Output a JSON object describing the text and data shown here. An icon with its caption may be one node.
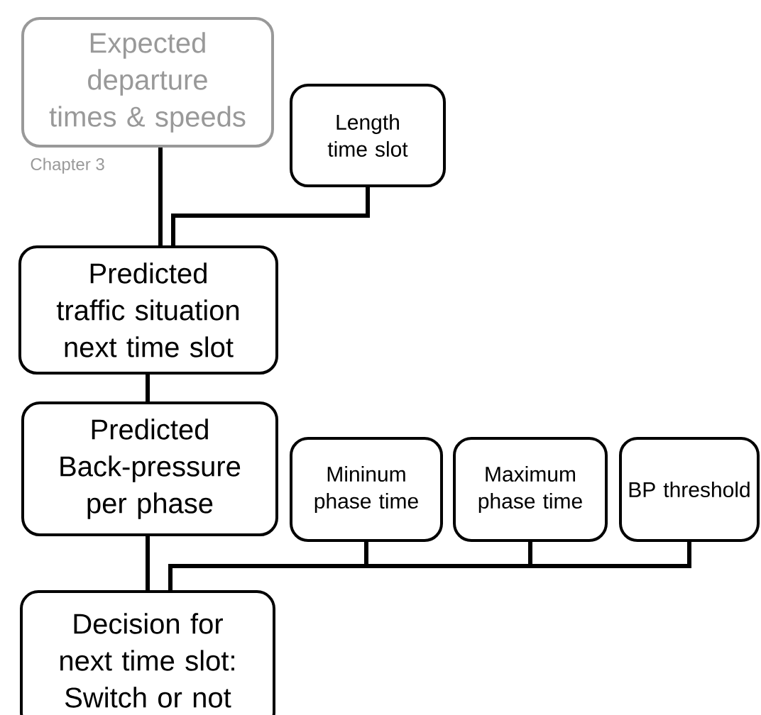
{
  "diagram": {
    "nodes": [
      {
        "text": [
          "Expected departure times & speeds"
        ],
        "beside": [
          "Chapter 3"
        ]
      },
      {
        "text": [
          "Length time slot"
        ]
      },
      {
        "text": [
          "Predicted traffic situation next time slot"
        ]
      },
      {
        "text": [
          "Predicted Back-pressure per phase"
        ]
      },
      {
        "text": [
          "Mininum phase time"
        ]
      },
      {
        "text": [
          "Maximum phase time"
        ]
      },
      {
        "text": [
          "BP threshold"
        ]
      },
      {
        "text": [
          "Decision for next time slot: Switch or not"
        ]
      }
    ],
    "edges": [
      {
        "from": 0,
        "to": 2,
        "arrow": "none"
      },
      {
        "from": 1,
        "to": 2,
        "arrow": "none"
      },
      {
        "from": 2,
        "to": 3,
        "arrow": "none"
      },
      {
        "from": 3,
        "to": 7,
        "arrow": "none"
      },
      {
        "from": 4,
        "to": 7,
        "arrow": "none"
      },
      {
        "from": 5,
        "to": 7,
        "arrow": "none"
      },
      {
        "from": 6,
        "to": 7,
        "arrow": "none"
      }
    ]
  }
}
